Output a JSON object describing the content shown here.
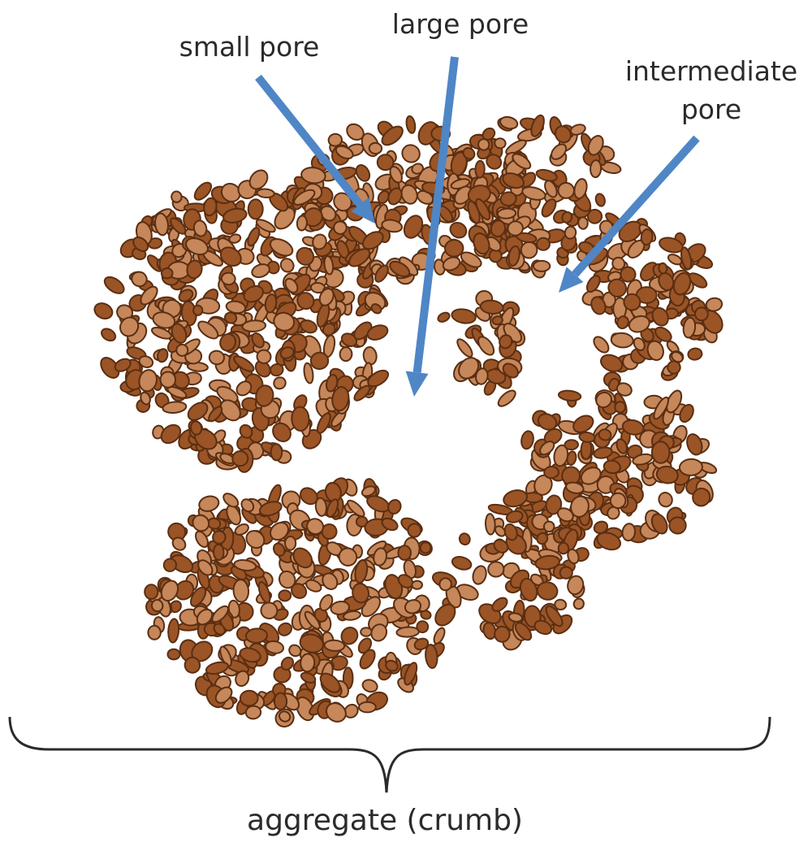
{
  "labels": {
    "small_pore": "small pore",
    "large_pore": "large pore",
    "intermediate_pore_line1": "intermediate",
    "intermediate_pore_line2": "pore",
    "aggregate": "aggregate (crumb)"
  },
  "colors": {
    "arrow": "#4f86c6",
    "grain_dark": "#9a5426",
    "grain_light": "#c6875a",
    "grain_outline": "#5a2e12",
    "brace": "#2b2b2b",
    "text": "#2b2b2b"
  }
}
